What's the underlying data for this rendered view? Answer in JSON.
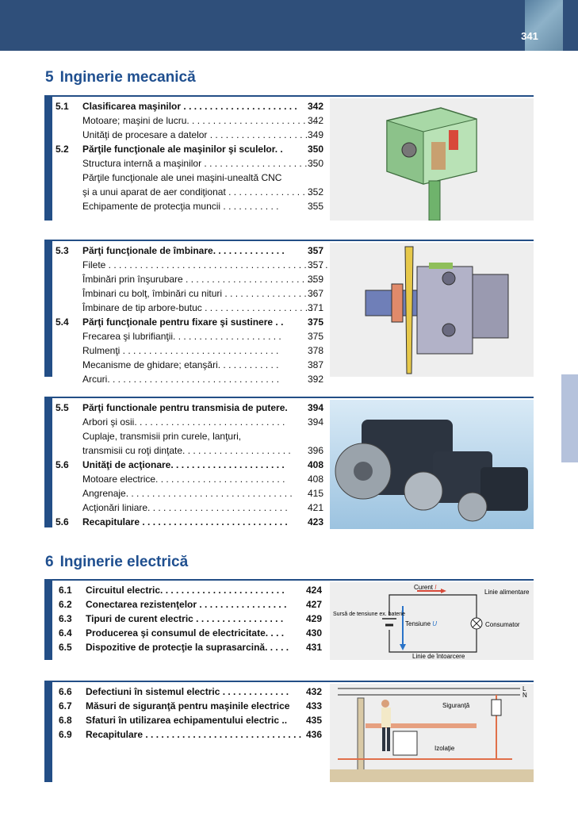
{
  "header": {
    "page_number": "341"
  },
  "chapter5": {
    "number": "5",
    "title": "Inginerie mecanică"
  },
  "chapter6": {
    "number": "6",
    "title": "Inginerie electrică"
  },
  "block1": [
    {
      "sec": "5.1",
      "text": "Clasificarea maşinilor . . . . . . . . . . . . . . . . . . . . . .",
      "page": "342",
      "bold": true
    },
    {
      "sec": "",
      "text": "Motoare; maşini de lucru. . . . . . . . . . . . . . . . . . . . . . . . .",
      "page": "342",
      "bold": false
    },
    {
      "sec": "",
      "text": "Unităţi de procesare a datelor . . . . . . . . . . . . . . . . . . .",
      "page": "349",
      "bold": false
    },
    {
      "sec": "5.2",
      "text": "Părţile funcţionale ale maşinilor şi sculelor. .",
      "page": "350",
      "bold": true
    },
    {
      "sec": "",
      "text": "Structura internă a maşinilor . . . . . . . . . . . . . . . . . . . . . .",
      "page": "350",
      "bold": false
    },
    {
      "sec": "",
      "text": "Părţile funcţionale ale unei maşini-unealtă CNC",
      "page": "",
      "bold": false
    },
    {
      "sec": "",
      "text": "şi a unui aparat de aer condiţionat . . . . . . . . . . . . . . . .",
      "page": "352",
      "bold": false
    },
    {
      "sec": "",
      "text": "Echipamente de protecţia muncii   . . . . . . . . . . .",
      "page": "355",
      "bold": false
    }
  ],
  "block2": [
    {
      "sec": "5.3",
      "text": "Părţi funcţionale de îmbinare. . . . . . . . . . . . . .",
      "page": "357",
      "bold": true
    },
    {
      "sec": "",
      "text": "Filete . . . . . . . . . . . . . . . . . . . . . . . . . . . . . . . . . . . . . . . . . .",
      "page": "357",
      "bold": false
    },
    {
      "sec": "",
      "text": "Îmbinări prin înşurubare . . . . . . . . . . . . . . . . . . . . . . . . .",
      "page": "359",
      "bold": false
    },
    {
      "sec": "",
      "text": "Îmbinari cu bolţ, îmbinări cu nituri . . . . . . . . . . . . . . . . .",
      "page": "367",
      "bold": false
    },
    {
      "sec": "",
      "text": "Îmbinare de tip arbore-butuc . . . . . . . . . . . . . . . . . . . . .",
      "page": "371",
      "bold": false
    },
    {
      "sec": "5.4",
      "text": "Părţi funcţionale pentru fixare şi sustinere . .",
      "page": "375",
      "bold": true
    },
    {
      "sec": "",
      "text": "Frecarea şi lubrifianţii. . . . . . . . . . . . . . . . . . . . .",
      "page": "375",
      "bold": false
    },
    {
      "sec": "",
      "text": "Rulmenţi . . . . . . . . . . . . . . . . . . . . . . . . . . . . . .",
      "page": "378",
      "bold": false
    },
    {
      "sec": "",
      "text": "Mecanisme de ghidare; etanşări. . . . . . . . . . . .",
      "page": "387",
      "bold": false
    },
    {
      "sec": "",
      "text": "Arcuri. . . . . . . . . . . . . . . . . . . . . . . . . . . . . . . . .",
      "page": "392",
      "bold": false
    }
  ],
  "block3": [
    {
      "sec": "5.5",
      "text": "Părţi functionale pentru transmisia de putere.",
      "page": "394",
      "bold": true
    },
    {
      "sec": "",
      "text": "Arbori şi osii. . . . . . . . . . . . . . . . . . . . . . . . . . . . .",
      "page": "394",
      "bold": false
    },
    {
      "sec": "",
      "text": "Cuplaje, transmisii prin curele, lanţuri,",
      "page": "",
      "bold": false
    },
    {
      "sec": "",
      "text": "transmisii cu roţi dinţate. . . . . . . . . . . . . . . . . . . . .",
      "page": "396",
      "bold": false
    },
    {
      "sec": "5.6",
      "text": "Unităţi de acţionare. . . . . . . . . . . . . . . . . . . . . .",
      "page": "408",
      "bold": true
    },
    {
      "sec": "",
      "text": "Motoare electrice. . . . . . . . . . . . . . . . . . . . . . . . .",
      "page": "408",
      "bold": false
    },
    {
      "sec": "",
      "text": "Angrenaje. . . . . . . . . . . . . . . . . . . . . . . . . . . . . . . .",
      "page": "415",
      "bold": false
    },
    {
      "sec": "",
      "text": "Acţionări liniare. . . . . . . . . . . . . . . . . . . . . . . . . . .",
      "page": "421",
      "bold": false
    },
    {
      "sec": "5.6",
      "text": "Recapitulare . . . . . . . . . . . . . . . . . . . . . . . . . . . .",
      "page": "423",
      "bold": true
    }
  ],
  "block4": [
    {
      "sec": "6.1",
      "text": "Circuitul electric. . . . . . . . . . . . . . . . . . . . . . . .",
      "page": "424",
      "bold": true
    },
    {
      "sec": "6.2",
      "text": "Conectarea rezistenţelor . . . . . . . . . . . . . . . . .",
      "page": "427",
      "bold": true
    },
    {
      "sec": "6.3",
      "text": "Tipuri de curent electric  . . . . . . . . . . . . . . . . .",
      "page": "429",
      "bold": true
    },
    {
      "sec": "6.4",
      "text": "Producerea şi consumul de electricitate. . . .",
      "page": "430",
      "bold": true
    },
    {
      "sec": "6.5",
      "text": "Dispozitive de protecţie la suprasarcină. . . . .",
      "page": "431",
      "bold": true
    }
  ],
  "block5": [
    {
      "sec": "6.6",
      "text": "Defectiuni în sistemul electric . . . . . . . . . . . . .",
      "page": "432",
      "bold": true
    },
    {
      "sec": "6.7",
      "text": "Măsuri de siguranţă pentru maşinile electrice",
      "page": "433",
      "bold": true
    },
    {
      "sec": "6.8",
      "text": "Sfaturi în utilizarea echipamentului electric ..",
      "page": "435",
      "bold": true
    },
    {
      "sec": "6.9",
      "text": "Recapitulare . . . . . . . . . . . . . . . . . . . . . . . . . . . . . .",
      "page": "436",
      "bold": true
    }
  ],
  "circuit": {
    "current": "Curent",
    "current_symbol": "I",
    "line": "Linie alimentare",
    "source": "Sursă de tensiune ex. baterie",
    "voltage": "Tensiune",
    "voltage_symbol": "U",
    "consumer": "Consumator",
    "return": "Linie de întoarcere"
  },
  "safety": {
    "L": "L",
    "N": "N",
    "fuse": "Siguranţă",
    "insulation": "Izolaţie"
  }
}
